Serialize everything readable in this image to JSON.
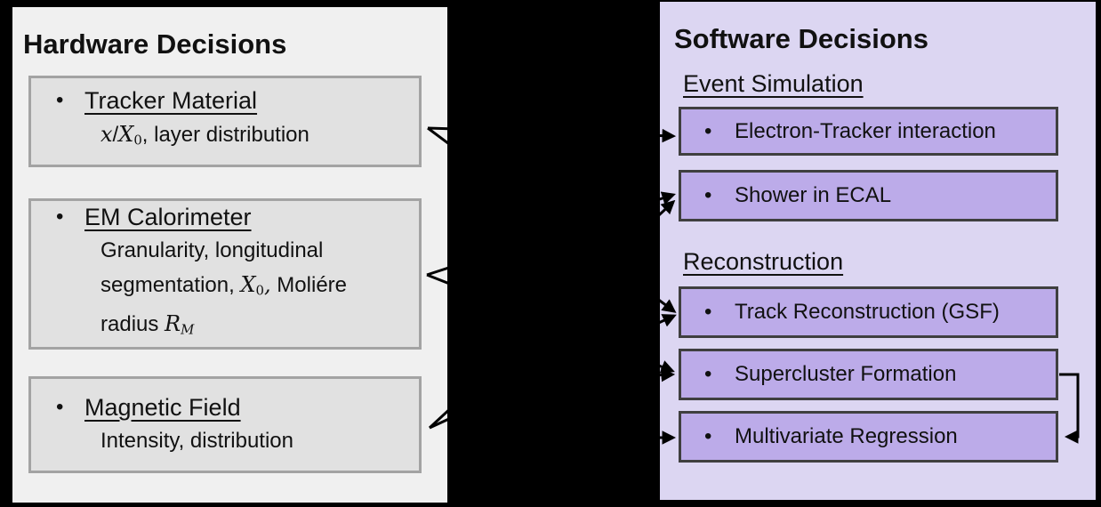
{
  "bullet": "•",
  "left_panel": {
    "title": "Hardware Decisions",
    "boxes": [
      {
        "title": "Tracker Material",
        "body_parts": [
          {
            "t": "x",
            "s": "mi"
          },
          {
            "t": "/"
          },
          {
            "t": "X",
            "s": "mi"
          },
          {
            "t": "0",
            "s": "msub"
          },
          {
            "t": ", layer distribution"
          }
        ]
      },
      {
        "title": "EM Calorimeter",
        "body_parts": [
          {
            "t": "Granularity, longitudinal"
          },
          {
            "br": true
          },
          {
            "t": "segmentation, "
          },
          {
            "t": "X",
            "s": "mi"
          },
          {
            "t": "0",
            "s": "msub"
          },
          {
            "t": ",",
            "s": "mi"
          },
          {
            "t": " Moliére"
          },
          {
            "br": true
          },
          {
            "t": "radius "
          },
          {
            "t": "R",
            "s": "mi"
          },
          {
            "t": "M",
            "s": "msubi"
          }
        ]
      },
      {
        "title": "Magnetic Field",
        "body_parts": [
          {
            "t": "Intensity, distribution"
          }
        ]
      }
    ]
  },
  "right_panel": {
    "title": "Software Decisions",
    "sections": [
      {
        "heading": "Event Simulation",
        "boxes": [
          {
            "label": "Electron-Tracker interaction"
          },
          {
            "label": "Shower in ECAL"
          }
        ]
      },
      {
        "heading": "Reconstruction",
        "boxes": [
          {
            "label": "Track Reconstruction (GSF)"
          },
          {
            "label": "Supercluster Formation"
          },
          {
            "label": "Multivariate Regression"
          }
        ]
      }
    ]
  },
  "connections": [
    {
      "from": "Tracker Material",
      "to": "Electron-Tracker interaction"
    },
    {
      "from": "Tracker Material",
      "to": "Track Reconstruction (GSF)"
    },
    {
      "from": "EM Calorimeter",
      "to": "Shower in ECAL"
    },
    {
      "from": "EM Calorimeter",
      "to": "Supercluster Formation"
    },
    {
      "from": "Magnetic Field",
      "to": "Shower in ECAL"
    },
    {
      "from": "Magnetic Field",
      "to": "Track Reconstruction (GSF)"
    },
    {
      "from": "Supercluster Formation",
      "to": "Multivariate Regression"
    }
  ],
  "colors": {
    "background": "#000000",
    "left_panel_bg": "#f0f0f0",
    "left_box_bg": "#e1e1e1",
    "left_box_border": "#a3a3a3",
    "right_panel_bg": "#dcd6f2",
    "right_box_bg": "#bcabe9",
    "right_box_border": "#3f3f3f",
    "text": "#111111",
    "arrow": "#000000"
  }
}
